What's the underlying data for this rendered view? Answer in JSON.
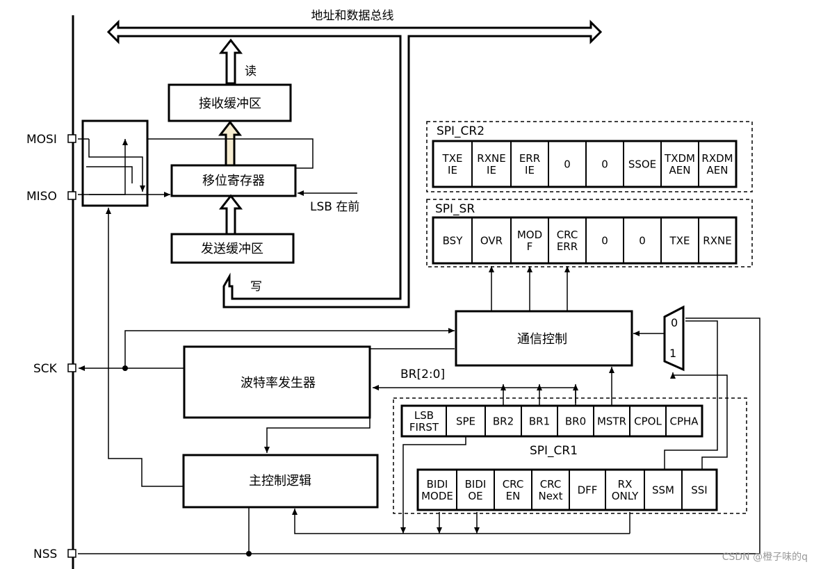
{
  "bus_label": "地址和数据总线",
  "pins": {
    "mosi": "MOSI",
    "miso": "MISO",
    "sck": "SCK",
    "nss": "NSS"
  },
  "blocks": {
    "rx_buffer": "接收缓冲区",
    "shift_register": "移位寄存器",
    "tx_buffer": "发送缓冲区",
    "comm_control": "通信控制",
    "baud_generator": "波特率发生器",
    "master_control": "主控制逻辑"
  },
  "labels": {
    "read": "读",
    "write": "写",
    "lsb_first_note": "LSB 在前",
    "br_bus": "BR[2:0]",
    "mux_0": "0",
    "mux_1": "1"
  },
  "registers": {
    "cr2": {
      "title": "SPI_CR2",
      "fields": [
        [
          "TXE",
          "IE"
        ],
        [
          "RXNE",
          "IE"
        ],
        [
          "ERR",
          "IE"
        ],
        [
          "0"
        ],
        [
          "0"
        ],
        [
          "SSOE"
        ],
        [
          "TXDM",
          "AEN"
        ],
        [
          "RXDM",
          "AEN"
        ]
      ]
    },
    "sr": {
      "title": "SPI_SR",
      "fields": [
        [
          "BSY"
        ],
        [
          "OVR"
        ],
        [
          "MOD",
          "F"
        ],
        [
          "CRC",
          "ERR"
        ],
        [
          "0"
        ],
        [
          "0"
        ],
        [
          "TXE"
        ],
        [
          "RXNE"
        ]
      ]
    },
    "cr1_top": {
      "title": "SPI_CR1",
      "fields": [
        [
          "LSB",
          "FIRST"
        ],
        [
          "SPE"
        ],
        [
          "BR2"
        ],
        [
          "BR1"
        ],
        [
          "BR0"
        ],
        [
          "MSTR"
        ],
        [
          "CPOL"
        ],
        [
          "CPHA"
        ]
      ]
    },
    "cr1_bottom": {
      "fields": [
        [
          "BIDI",
          "MODE"
        ],
        [
          "BIDI",
          "OE"
        ],
        [
          "CRC",
          "EN"
        ],
        [
          "CRC",
          "Next"
        ],
        [
          "DFF"
        ],
        [
          "RX",
          "ONLY"
        ],
        [
          "SSM"
        ],
        [
          "SSI"
        ]
      ]
    }
  },
  "watermark": "CSDN @橙子味的q"
}
